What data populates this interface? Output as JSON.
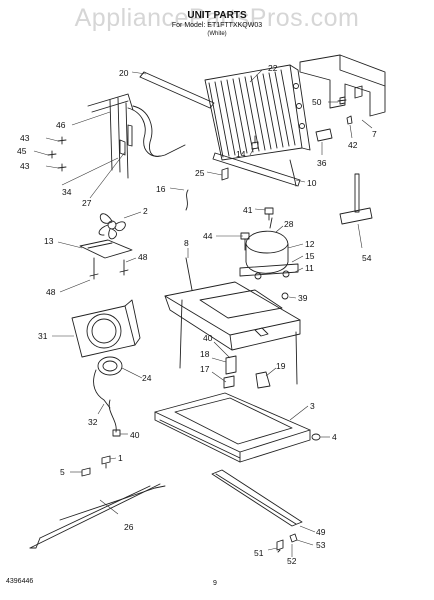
{
  "watermark": "AppliancePartsPros.com",
  "header": {
    "title": "UNIT PARTS",
    "subtitle": "For Model: ET1FTTXKQW03",
    "note": "(White)"
  },
  "footer": {
    "doc_number": "4396446",
    "page_number": "9"
  },
  "callouts": [
    "20",
    "22",
    "7",
    "50",
    "42",
    "36",
    "46",
    "43",
    "45",
    "43",
    "34",
    "27",
    "14",
    "25",
    "10",
    "16",
    "2",
    "13",
    "48",
    "48",
    "41",
    "28",
    "44",
    "12",
    "15",
    "11",
    "8",
    "39",
    "31",
    "40",
    "18",
    "17",
    "19",
    "24",
    "3",
    "4",
    "32",
    "40",
    "5",
    "1",
    "26",
    "54",
    "49",
    "53",
    "51",
    "52"
  ]
}
